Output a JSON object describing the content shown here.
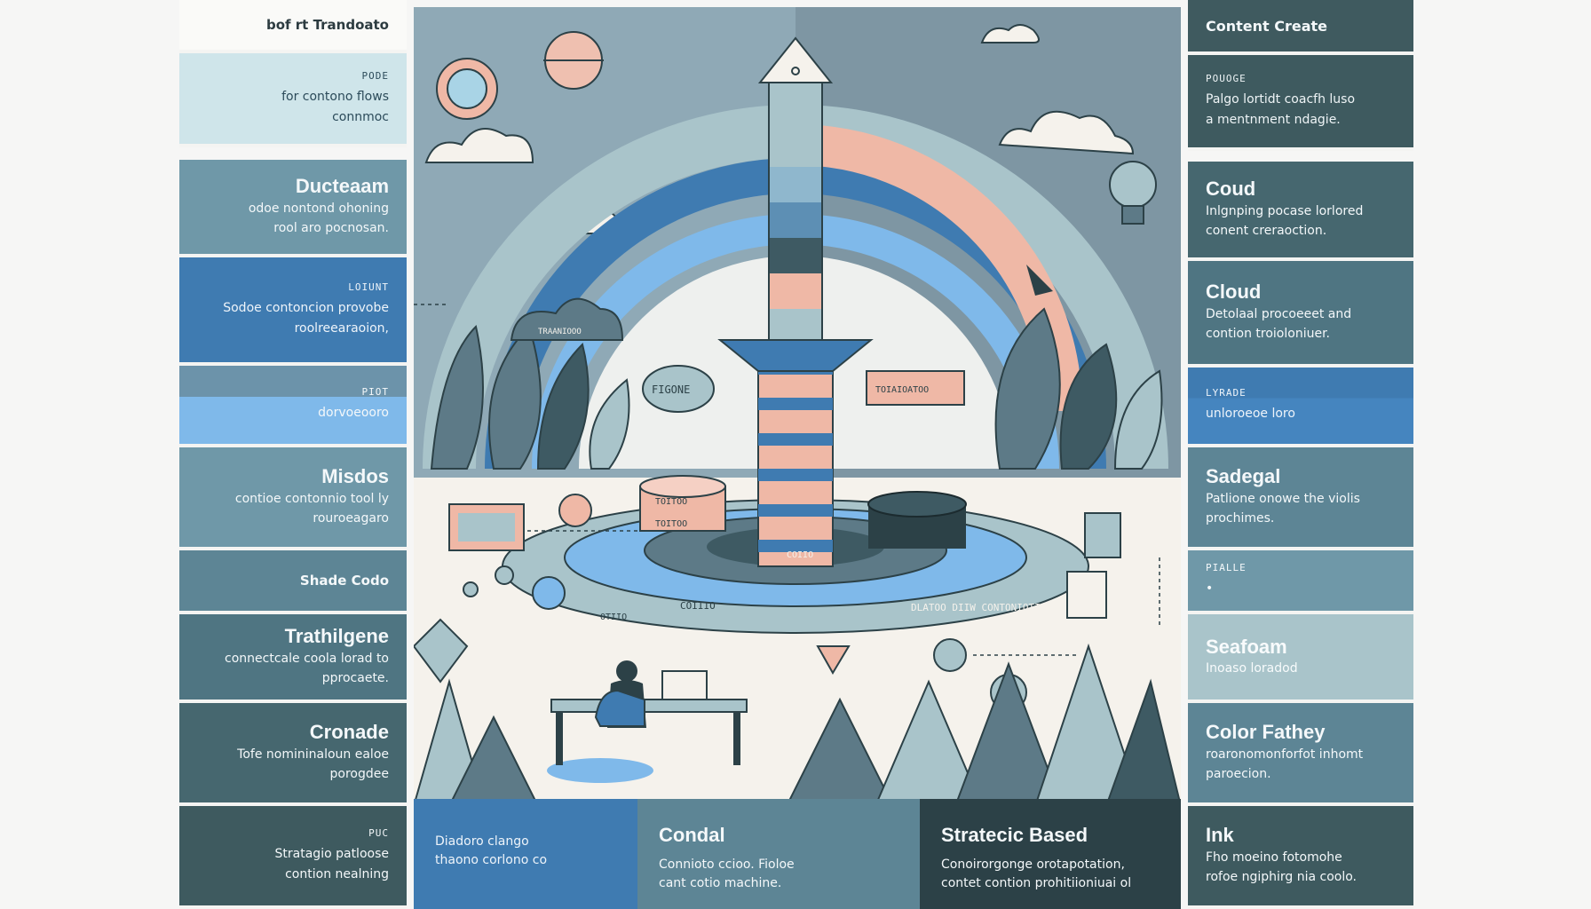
{
  "left_panels": [
    {
      "title": "bof rt Trandoato",
      "label": "",
      "body": ""
    },
    {
      "title": "",
      "label": "PODE",
      "body": "for contono flows\nconnmoc"
    },
    {
      "title": "Ducteaam",
      "label": "",
      "body": "odoe nontond ohoning\nrool aro pocnosan."
    },
    {
      "title": "",
      "label": "LOIUNT",
      "body": "Sodoe contoncion provobe\nroolreearaoion,"
    },
    {
      "title": "",
      "label": "PIOT",
      "body": "dorvoeooro"
    },
    {
      "title": "Misdos",
      "label": "",
      "body": "contioe contonnio tool ly\nrouroeagaro"
    },
    {
      "title": "",
      "label": "",
      "body": "Shade Codo"
    },
    {
      "title": "Trathilgene",
      "label": "",
      "body": "connectcale coola lorad to\npprocaete."
    },
    {
      "title": "Cronade",
      "label": "",
      "body": "Tofe nomininaloun ealoe\nporogdee"
    },
    {
      "title": "",
      "label": "PUC",
      "body": "Stratagio patloose\ncontion nealning"
    }
  ],
  "right_panels": [
    {
      "title": "Content Create",
      "label": "",
      "body": ""
    },
    {
      "title": "",
      "label": "POUOGE",
      "body": "Palgo lortidt coacfh luso\na mentnment ndagie."
    },
    {
      "title": "Coud",
      "label": "",
      "body": "Inlgnping pocase lorlored\nconent creraoction."
    },
    {
      "title": "Cloud",
      "label": "",
      "body": "Detolaal procoeeet and\ncontion troioloniuer."
    },
    {
      "title": "",
      "label": "LYRADE",
      "body": "unloroeoe loro"
    },
    {
      "title": "Sadegal",
      "label": "",
      "body": "Patlione onowe the violis\nprochimes."
    },
    {
      "title": "",
      "label": "PIALLE",
      "body": "•"
    },
    {
      "title": "Seafoam",
      "label": "",
      "body": "Inoaso loradod"
    },
    {
      "title": "Color Fathey",
      "label": "",
      "body": "roaronomonforfot inhomt\nparoecion."
    },
    {
      "title": "Ink",
      "label": "",
      "body": "Fho moeino fotomohe\nrofoe ngiphirg nia coolo."
    }
  ],
  "bottom_strip": [
    {
      "title": "",
      "body": "Diadoro clango\nthaono corlono co"
    },
    {
      "title": "Condal",
      "body": "Connioto ccioo. Fioloe\ncant cotio machine."
    },
    {
      "title": "Stratecic Based",
      "body": "Conoirorgonge orotapotation,\ncontet contion prohitiioniuai ol"
    }
  ],
  "scene_labels": {
    "tag_left": "FIGONE",
    "tag_right": "TOIAIOATOO",
    "disc_upper": "TOITOO",
    "disc_lower": "TOITOO",
    "column_base": "COIIO",
    "ring_left": "COIIIO",
    "ring_right": "DLATOO DIIW CONTONIOTION",
    "ring_small": "OTIIO",
    "cloud_server": "TRAANIOOO"
  },
  "colors": {
    "slate": "#5d7a87",
    "dark_teal": "#3e5a63",
    "blue": "#3f7bb1",
    "light_blue": "#a9d4e6",
    "sky": "#7fb9ea",
    "peach": "#efb8a6",
    "seafoam": "#a9c4ca",
    "ink": "#2c4147",
    "cream": "#f5f2ec"
  }
}
